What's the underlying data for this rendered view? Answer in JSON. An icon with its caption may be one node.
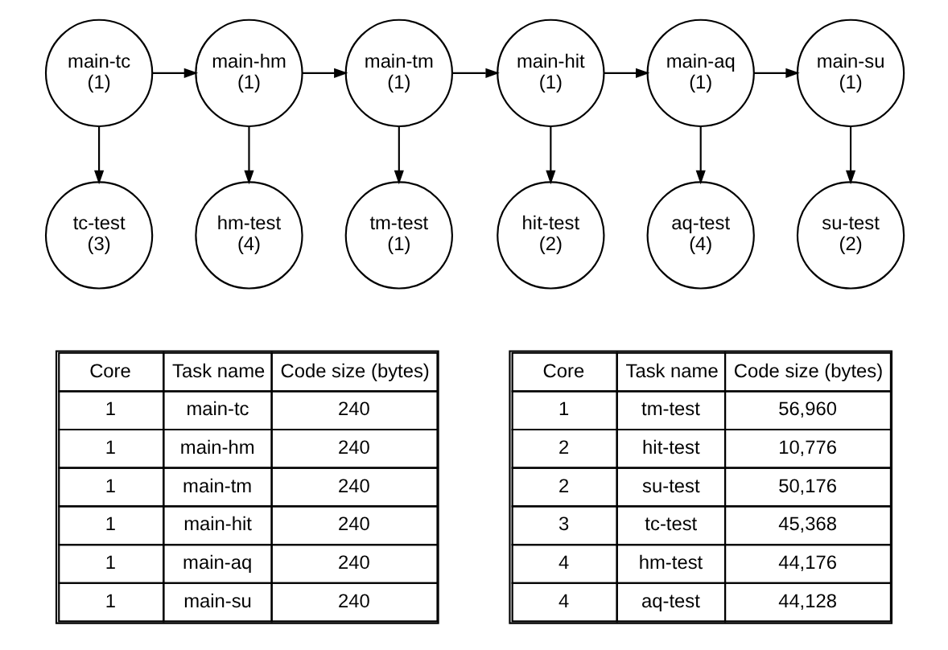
{
  "diagram": {
    "nodes": [
      {
        "text": [
          "main-tc",
          "(1)"
        ]
      },
      {
        "text": [
          "main-hm",
          "(1)"
        ]
      },
      {
        "text": [
          "main-tm",
          "(1)"
        ]
      },
      {
        "text": [
          "main-hit",
          "(1)"
        ]
      },
      {
        "text": [
          "main-aq",
          "(1)"
        ]
      },
      {
        "text": [
          "main-su",
          "(1)"
        ]
      },
      {
        "text": [
          "tc-test",
          "(3)"
        ]
      },
      {
        "text": [
          "hm-test",
          "(4)"
        ]
      },
      {
        "text": [
          "tm-test",
          "(1)"
        ]
      },
      {
        "text": [
          "hit-test",
          "(2)"
        ]
      },
      {
        "text": [
          "aq-test",
          "(4)"
        ]
      },
      {
        "text": [
          "su-test",
          "(2)"
        ]
      }
    ],
    "edges": [
      {
        "from": 0,
        "to": 1,
        "arrow": "to"
      },
      {
        "from": 1,
        "to": 2,
        "arrow": "to"
      },
      {
        "from": 2,
        "to": 3,
        "arrow": "to"
      },
      {
        "from": 3,
        "to": 4,
        "arrow": "to"
      },
      {
        "from": 4,
        "to": 5,
        "arrow": "to"
      },
      {
        "from": 0,
        "to": 6,
        "arrow": "to"
      },
      {
        "from": 1,
        "to": 7,
        "arrow": "to"
      },
      {
        "from": 2,
        "to": 8,
        "arrow": "to"
      },
      {
        "from": 3,
        "to": 9,
        "arrow": "to"
      },
      {
        "from": 4,
        "to": 10,
        "arrow": "to"
      },
      {
        "from": 5,
        "to": 11,
        "arrow": "to"
      }
    ],
    "labels": [
      "Core",
      "Task name",
      "Code size (bytes)",
      "1",
      "main-tc",
      "240",
      "1",
      "main-hm",
      "240",
      "1",
      "main-tm",
      "240",
      "1",
      "main-hit",
      "240",
      "1",
      "main-aq",
      "240",
      "1",
      "main-su",
      "240",
      "Core",
      "Task name",
      "Code size (bytes)",
      "1",
      "tm-test",
      "56,960",
      "2",
      "hit-test",
      "10,776",
      "2",
      "su-test",
      "50,176",
      "3",
      "tc-test",
      "45,368",
      "4",
      "hm-test",
      "44,176",
      "4",
      "aq-test",
      "44,128"
    ]
  }
}
